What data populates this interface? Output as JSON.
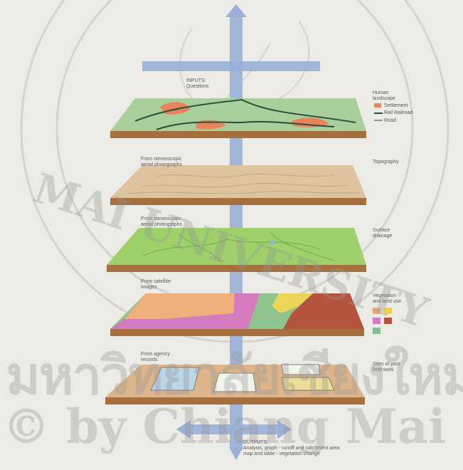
{
  "colors": {
    "background": "#ecebe6",
    "arrow": "#9ab0d8",
    "layer_edge": "#a7703f",
    "human_layer": "#a9cf9b",
    "topography_layer": "#dfc4a0",
    "drainage_layer": "#9fd06a",
    "vegetation_layer": "#8fc48e",
    "samples_layer": "#deb58a",
    "settlement": "#e8845c",
    "veg_orange": "#f0b07c",
    "veg_yellow": "#ecd456",
    "veg_pink": "#d77bc0",
    "veg_brown": "#b4543e",
    "veg_green": "#86bd96"
  },
  "layers": [
    {
      "id": "human",
      "name": "Human\nlandscape",
      "legend": [
        "Settlement",
        "Rail Railroad",
        "Road"
      ]
    },
    {
      "id": "topography",
      "source": "From stereoscopic\naerial photographs",
      "name": "Topography"
    },
    {
      "id": "drainage",
      "source": "From stereoscopic\naerial photographs",
      "name": "Surface\ndrainage"
    },
    {
      "id": "vegetation",
      "source": "From satellite\nimages",
      "name": "Vegetation\nand land use"
    },
    {
      "id": "samples",
      "source": "From agency\nrecords",
      "name": "Sites of past\nfield work"
    }
  ],
  "inputs": "INPUTS:\nQuestions",
  "outputs": "OUTPUTS:\nAnalysis, graph - runoff and catchment area\nmap and table - vegetation change",
  "watermark": {
    "thai": "มหาวิทยาลัยเชียงใหม่",
    "copyright": "© by Chiang Mai University",
    "arc_text": "MAI UNIVERSITY"
  }
}
